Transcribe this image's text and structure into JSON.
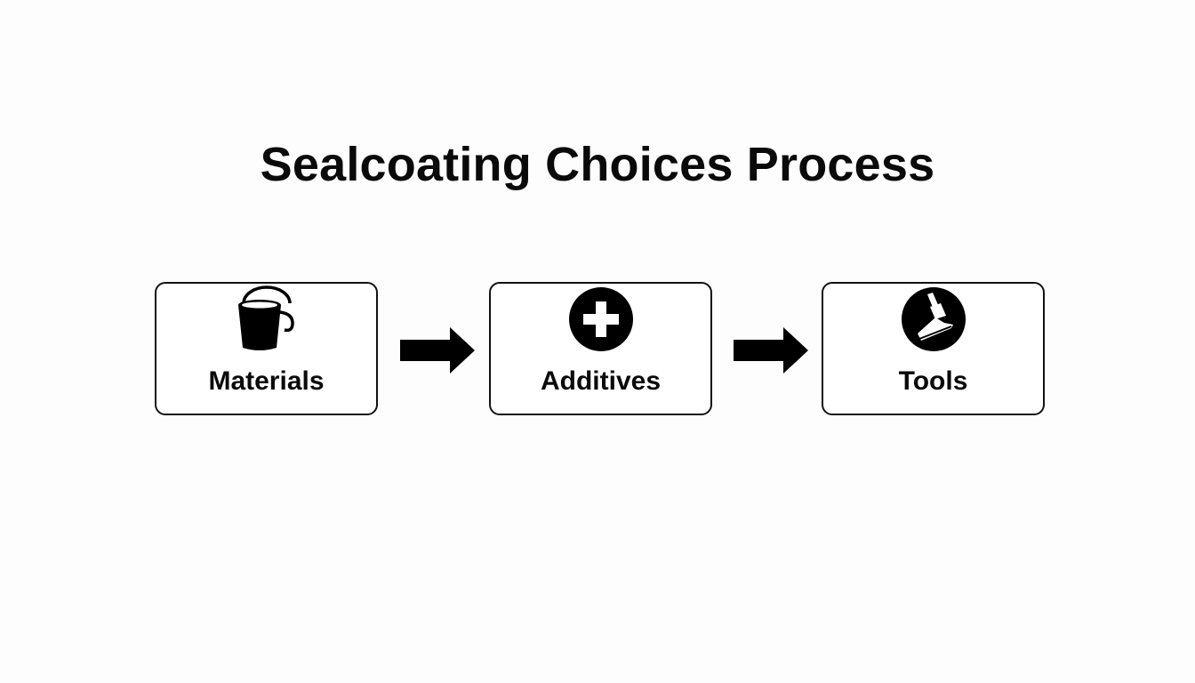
{
  "title": "Sealcoating Choices Process",
  "steps": [
    {
      "label": "Materials",
      "icon": "bucket-icon"
    },
    {
      "label": "Additives",
      "icon": "plus-circle-icon"
    },
    {
      "label": "Tools",
      "icon": "squeegee-icon"
    }
  ],
  "connectors": [
    "arrow-right-icon",
    "arrow-right-icon"
  ],
  "colors": {
    "ink": "#0a0a0a",
    "background": "#fdfdfd"
  }
}
